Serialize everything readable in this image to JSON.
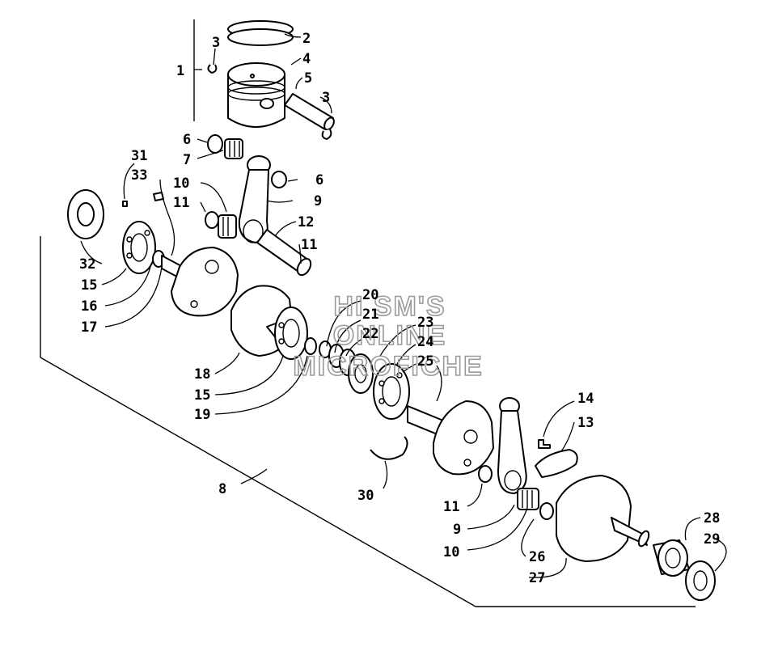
{
  "diagram": {
    "watermark": [
      "HI SM'S",
      "ONLINE",
      "MICROFICHE"
    ],
    "callouts": {
      "n1": "1",
      "n2": "2",
      "n3a": "3",
      "n3b": "3",
      "n4": "4",
      "n5": "5",
      "n6a": "6",
      "n6b": "6",
      "n7": "7",
      "n8": "8",
      "n9a": "9",
      "n9b": "9",
      "n10a": "10",
      "n10b": "10",
      "n11a": "11",
      "n11b": "11",
      "n11c": "11",
      "n12": "12",
      "n13": "13",
      "n14": "14",
      "n15a": "15",
      "n15b": "15",
      "n16": "16",
      "n17": "17",
      "n18": "18",
      "n19": "19",
      "n20": "20",
      "n21": "21",
      "n22": "22",
      "n23": "23",
      "n24": "24",
      "n25": "25",
      "n26": "26",
      "n27": "27",
      "n28": "28",
      "n29": "29",
      "n30": "30",
      "n31": "31",
      "n32": "32",
      "n33": "33"
    }
  }
}
